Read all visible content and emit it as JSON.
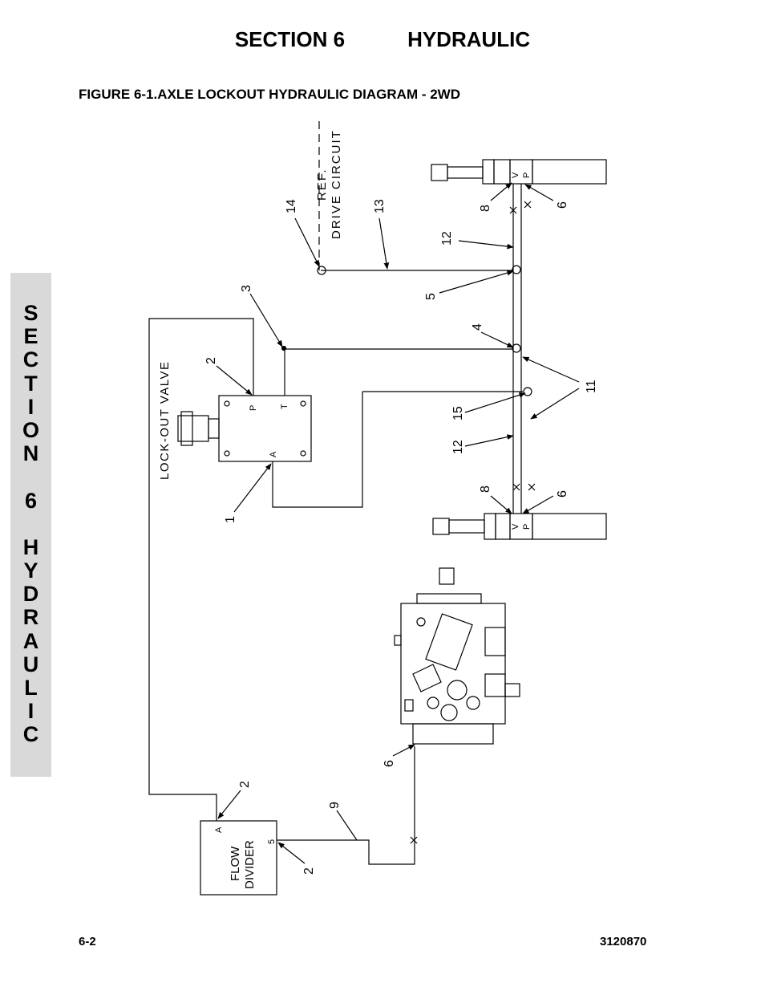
{
  "header": {
    "section": "SECTION 6",
    "title": "HYDRAULIC"
  },
  "figure_title": "FIGURE 6-1.AXLE LOCKOUT HYDRAULIC DIAGRAM - 2WD",
  "side_tab": {
    "letters": [
      "S",
      "E",
      "C",
      "T",
      "I",
      "O",
      "N",
      "",
      "6",
      "",
      "H",
      "Y",
      "D",
      "R",
      "A",
      "U",
      "L",
      "I",
      "C"
    ]
  },
  "diagram": {
    "ref_label_1": "REF.",
    "ref_label_2": "DRIVE CIRCUIT",
    "valve_label": "LOCK-OUT VALVE",
    "valve_ports": {
      "p": "P",
      "t": "T",
      "a": "A"
    },
    "cyl_ports": {
      "v": "V",
      "p": "P"
    },
    "divider_label_1": "FLOW",
    "divider_label_2": "DIVIDER",
    "divider_port_a": "A",
    "divider_port_5": "5",
    "callouts": {
      "c14": "14",
      "c13": "13",
      "c12a": "12",
      "c5": "5",
      "c3": "3",
      "c4": "4",
      "c2a": "2",
      "c11": "11",
      "c15": "15",
      "c12b": "12",
      "c1": "1",
      "c8a": "8",
      "c6a": "6",
      "c8b": "8",
      "c6b": "6",
      "c6c": "6",
      "c9": "9",
      "c2b": "2",
      "c2c": "2"
    }
  },
  "footer": {
    "page": "6-2",
    "doc_number": "3120870"
  }
}
